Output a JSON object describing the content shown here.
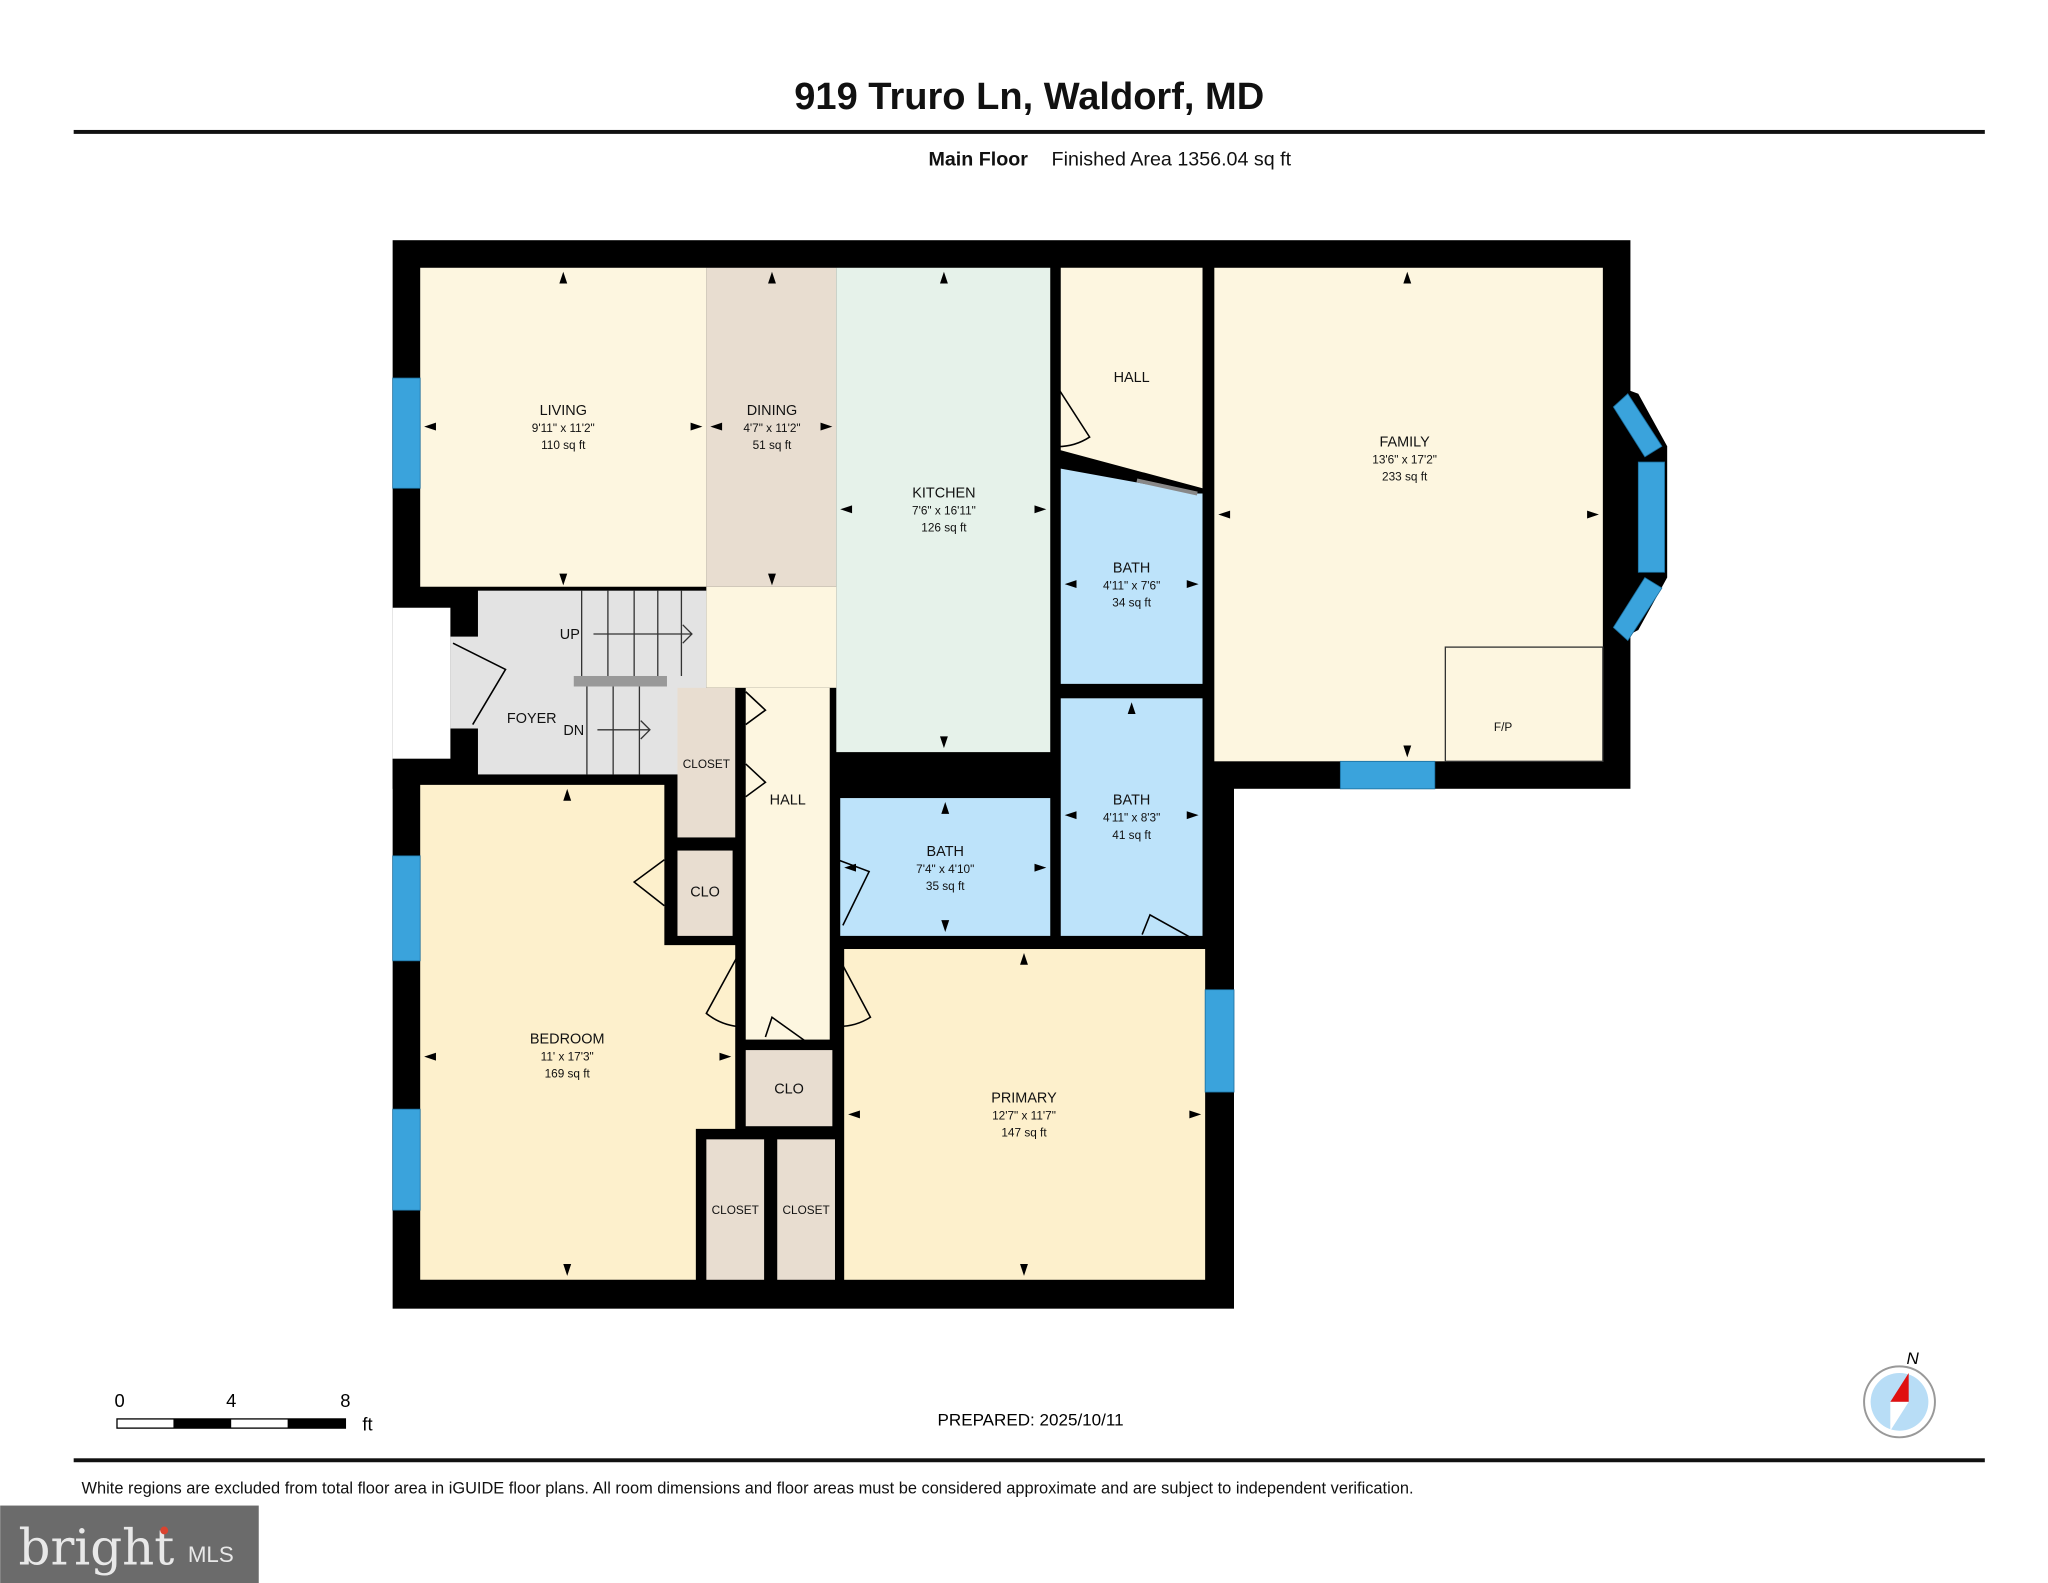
{
  "header": {
    "title": "919 Truro Ln, Waldorf, MD",
    "floor": "Main Floor",
    "finished_area": "Finished Area 1356.04 sq ft"
  },
  "rooms": [
    {
      "name": "LIVING",
      "dims": "9'11\" x 11'2\"",
      "area": "110 sq ft"
    },
    {
      "name": "DINING",
      "dims": "4'7\" x 11'2\"",
      "area": "51 sq ft"
    },
    {
      "name": "KITCHEN",
      "dims": "7'6\" x 16'11\"",
      "area": "126 sq ft"
    },
    {
      "name": "HALL"
    },
    {
      "name": "FAMILY",
      "dims": "13'6\" x 17'2\"",
      "area": "233 sq ft"
    },
    {
      "name": "BATH",
      "dims": "4'11\" x 7'6\"",
      "area": "34 sq ft"
    },
    {
      "name": "F/P"
    },
    {
      "name": "FOYER"
    },
    {
      "name": "CLOSET"
    },
    {
      "name": "HALL"
    },
    {
      "name": "BATH",
      "dims": "4'11\" x 8'3\"",
      "area": "41 sq ft"
    },
    {
      "name": "BATH",
      "dims": "7'4\" x 4'10\"",
      "area": "35 sq ft"
    },
    {
      "name": "CLO"
    },
    {
      "name": "BEDROOM",
      "dims": "11' x 17'3\"",
      "area": "169 sq ft"
    },
    {
      "name": "CLO"
    },
    {
      "name": "PRIMARY",
      "dims": "12'7\" x 11'7\"",
      "area": "147 sq ft"
    },
    {
      "name": "CLOSET"
    },
    {
      "name": "CLOSET"
    }
  ],
  "stairs": {
    "up": "UP",
    "down": "DN"
  },
  "scale_bar": {
    "ticks": [
      "0",
      "4",
      "8"
    ],
    "unit": "ft"
  },
  "prepared": "PREPARED: 2025/10/11",
  "compass": {
    "label": "N",
    "icon": "compass-icon"
  },
  "disclaimer": "White regions are excluded from total floor area in iGUIDE floor plans. All room dimensions and floor areas must be considered approximate and are subject to independent verification.",
  "logo": {
    "text": "bright",
    "suffix": "MLS"
  },
  "colors": {
    "wall": "#000000",
    "window": "#3aa3dc",
    "living": "#fdf6e0",
    "dining": "#e8ddd0",
    "kitchen": "#e6f2ea",
    "bath": "#bde3fa",
    "bedroom": "#fdf0cc",
    "stairs": "#e3e3e3"
  }
}
